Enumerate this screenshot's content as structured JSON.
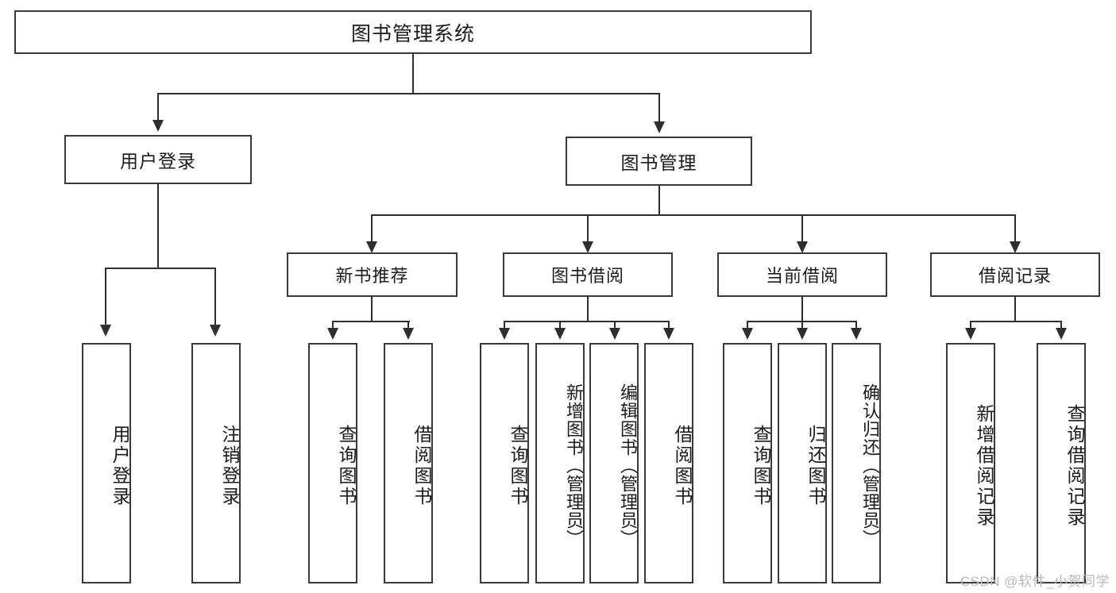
{
  "diagram": {
    "type": "hierarchy-tree",
    "root": {
      "label": "图书管理系统"
    },
    "level2": [
      {
        "label": "用户登录"
      },
      {
        "label": "图书管理"
      }
    ],
    "level3": [
      {
        "label": "新书推荐"
      },
      {
        "label": "图书借阅"
      },
      {
        "label": "当前借阅"
      },
      {
        "label": "借阅记录"
      }
    ],
    "leaves": {
      "user_login": [
        {
          "label": "用户登录"
        },
        {
          "label": "注销登录"
        }
      ],
      "new_book_recommend": [
        {
          "label": "查询图书"
        },
        {
          "label": "借阅图书"
        }
      ],
      "book_borrow": [
        {
          "label": "查询图书"
        },
        {
          "label": "新增图书（管理员）"
        },
        {
          "label": "编辑图书（管理员）"
        },
        {
          "label": "借阅图书"
        }
      ],
      "current_borrow": [
        {
          "label": "查询图书"
        },
        {
          "label": "归还图书"
        },
        {
          "label": "确认归还（管理员）"
        }
      ],
      "borrow_records": [
        {
          "label": "新增借阅记录"
        },
        {
          "label": "查询借阅记录"
        }
      ]
    }
  },
  "watermark": {
    "text": "CSDN @软件_小贺同学"
  },
  "colors": {
    "box_border": "#3a3a3a",
    "connector": "#2e2e2e",
    "background": "#ffffff",
    "text": "#1b1b1b",
    "watermark": "#b9b9b9"
  }
}
